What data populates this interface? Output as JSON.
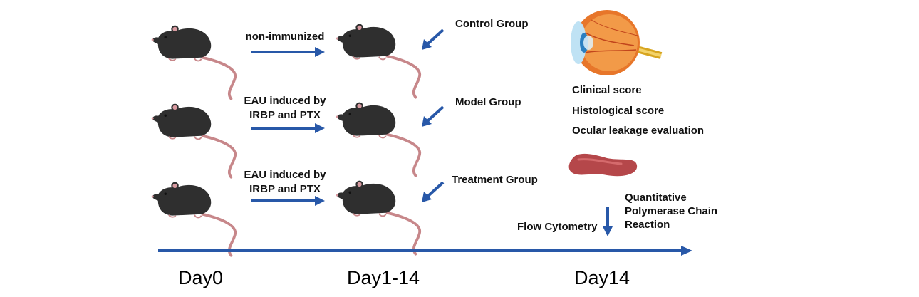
{
  "colors": {
    "arrow": "#2858a8",
    "mouse_body": "#2f2f2f",
    "mouse_tail": "#c7878a",
    "ear": "#d89aa0",
    "eye_iris": "#2a7fc0",
    "eyeball": "#e7762a",
    "spleen": "#b5474a"
  },
  "rows": [
    {
      "arrow_label": [
        "non-immunized"
      ],
      "group": "Control Group"
    },
    {
      "arrow_label": [
        "EAU induced by",
        "IRBP and PTX"
      ],
      "group": "Model Group"
    },
    {
      "arrow_label": [
        "EAU induced by",
        "IRBP and PTX"
      ],
      "group": "Treatment Group"
    }
  ],
  "eye_assessments": [
    "Clinical score",
    "Histological score",
    "Ocular leakage evaluation"
  ],
  "spleen_assays": {
    "qpcr": [
      "Quantitative",
      "Polymerase Chain",
      "Reaction"
    ],
    "flow": "Flow Cytometry"
  },
  "icons": {
    "mouse": "mouse-icon",
    "eye": "eye-anatomy-icon",
    "spleen": "spleen-icon"
  },
  "timeline": {
    "days": [
      "Day0",
      "Day1-14",
      "Day14"
    ]
  }
}
